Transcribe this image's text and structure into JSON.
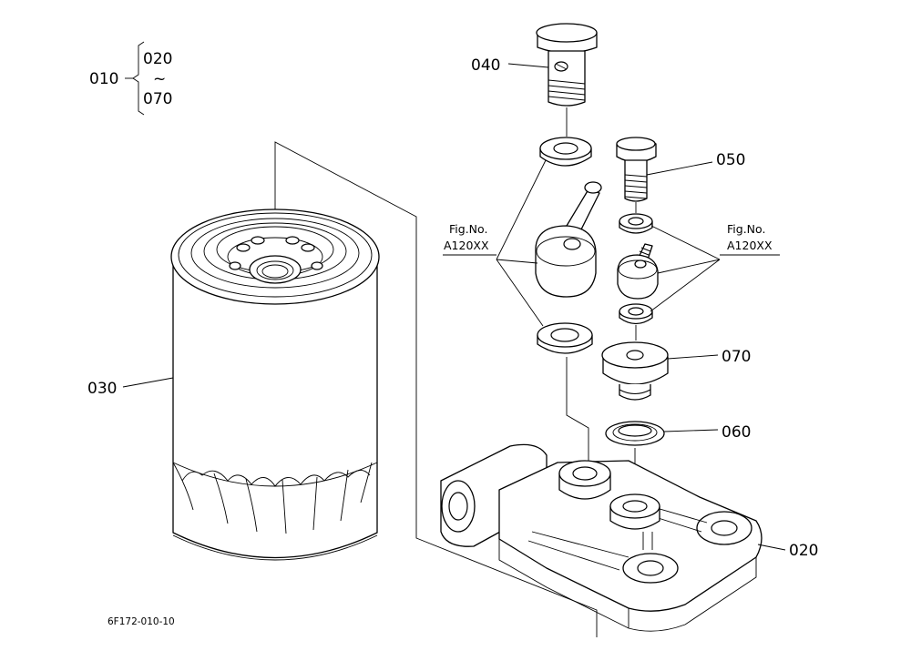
{
  "labels": {
    "p010": "010",
    "p020_range": "020",
    "range_sep": "~",
    "p070_range": "070",
    "p040": "040",
    "p050": "050",
    "p030": "030",
    "p070": "070",
    "p060": "060",
    "p020": "020"
  },
  "references": {
    "left": {
      "line1": "Fig.No.",
      "line2": "A120XX"
    },
    "right": {
      "line1": "Fig.No.",
      "line2": "A120XX"
    }
  },
  "drawing_code": "6F172-010-10"
}
